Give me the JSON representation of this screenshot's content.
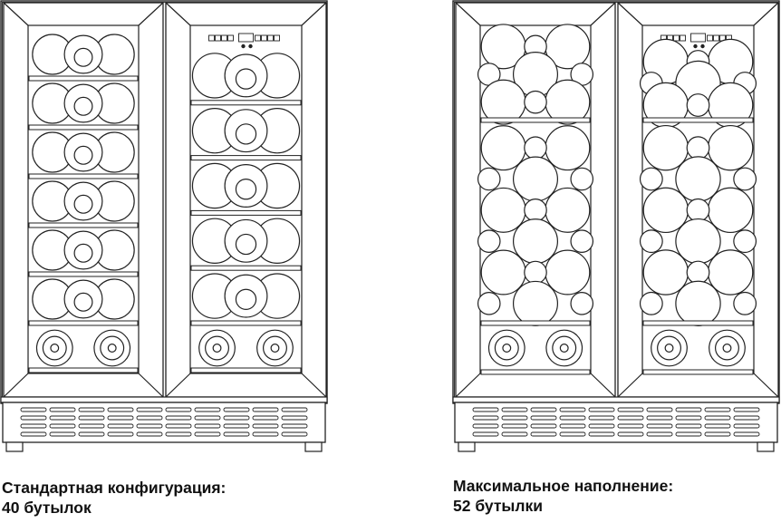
{
  "colors": {
    "line": "#222222",
    "background": "#ffffff"
  },
  "fridges": [
    {
      "name": "standard-configuration",
      "caption_line1": "Стандартная конфигурация:",
      "caption_line2": "40 бутылок",
      "bottle_count": 40,
      "left_compartment": "six-shelves-plus-bottom-row",
      "right_compartment": "five-shelves-plus-bottom-row"
    },
    {
      "name": "maximum-filling",
      "caption_line1": "Максимальное наполнение:",
      "caption_line2": "52 бутылки",
      "bottle_count": 52,
      "left_compartment": "stacked-bottles",
      "right_compartment": "stacked-bottles"
    }
  ]
}
